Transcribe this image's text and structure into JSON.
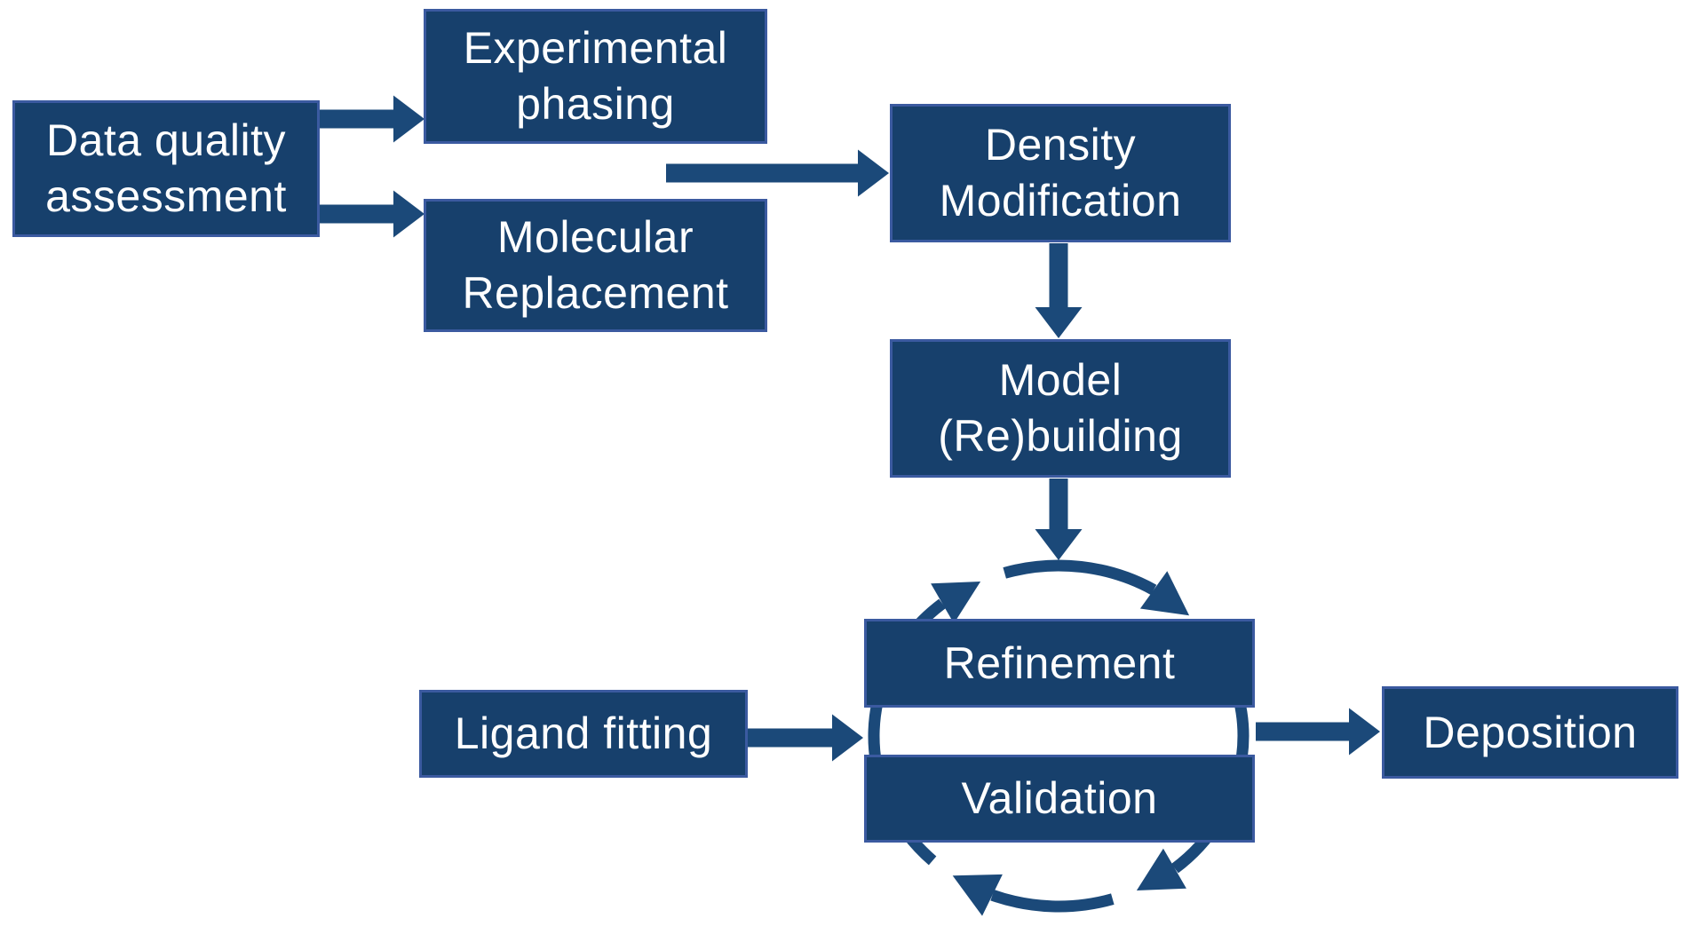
{
  "diagram": {
    "nodes": {
      "data_quality_assessment": {
        "lines": [
          "Data quality",
          "assessment"
        ]
      },
      "experimental_phasing": {
        "lines": [
          "Experimental",
          "phasing"
        ]
      },
      "molecular_replacement": {
        "lines": [
          "Molecular",
          "Replacement"
        ]
      },
      "density_modification": {
        "lines": [
          "Density",
          "Modification"
        ]
      },
      "model_rebuilding": {
        "lines": [
          "Model",
          "(Re)building"
        ]
      },
      "refinement": {
        "lines": [
          "Refinement"
        ]
      },
      "validation": {
        "lines": [
          "Validation"
        ]
      },
      "ligand_fitting": {
        "lines": [
          "Ligand fitting"
        ]
      },
      "deposition": {
        "lines": [
          "Deposition"
        ]
      }
    },
    "edges": [
      {
        "from": "data_quality_assessment",
        "to": "experimental_phasing"
      },
      {
        "from": "data_quality_assessment",
        "to": "molecular_replacement"
      },
      {
        "from": "experimental_phasing + molecular_replacement",
        "to": "density_modification"
      },
      {
        "from": "density_modification",
        "to": "model_rebuilding"
      },
      {
        "from": "model_rebuilding",
        "to": "refinement_validation_cycle"
      },
      {
        "from": "ligand_fitting",
        "to": "refinement_validation_cycle"
      },
      {
        "from": "refinement_validation_cycle",
        "to": "deposition"
      }
    ],
    "cycle": {
      "members": [
        "refinement",
        "validation"
      ],
      "direction": "clockwise"
    }
  },
  "colors": {
    "background": "#FFFFFF",
    "box_fill": "#17406C",
    "box_border": "#3B5AA0",
    "arrow": "#1B4979",
    "text": "#FFFFFF"
  }
}
